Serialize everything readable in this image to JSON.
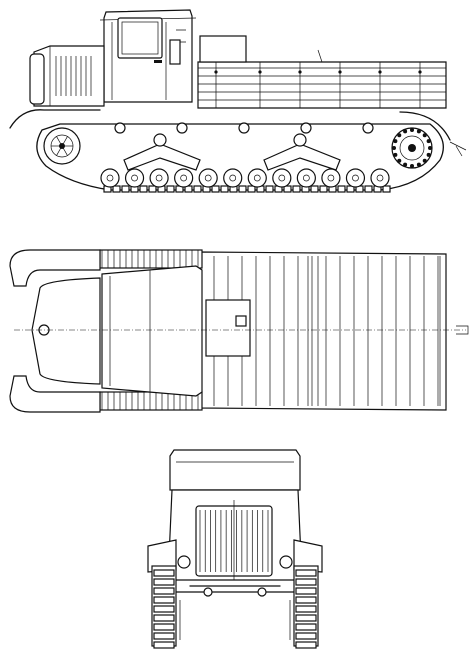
{
  "drawing": {
    "views": [
      {
        "id": "side",
        "description_name": "side-elevation"
      },
      {
        "id": "top",
        "description_name": "plan-view"
      },
      {
        "id": "front",
        "description_name": "front-elevation"
      }
    ],
    "colors": {
      "line": "#111111",
      "paper": "#ffffff"
    },
    "side_view": {
      "road_wheels_lower": 12,
      "return_rollers_upper": 5,
      "cargo_bed_slats": 5
    },
    "front_view": {
      "radiator_bars": 14,
      "track_shoes_per_side": 9
    }
  }
}
